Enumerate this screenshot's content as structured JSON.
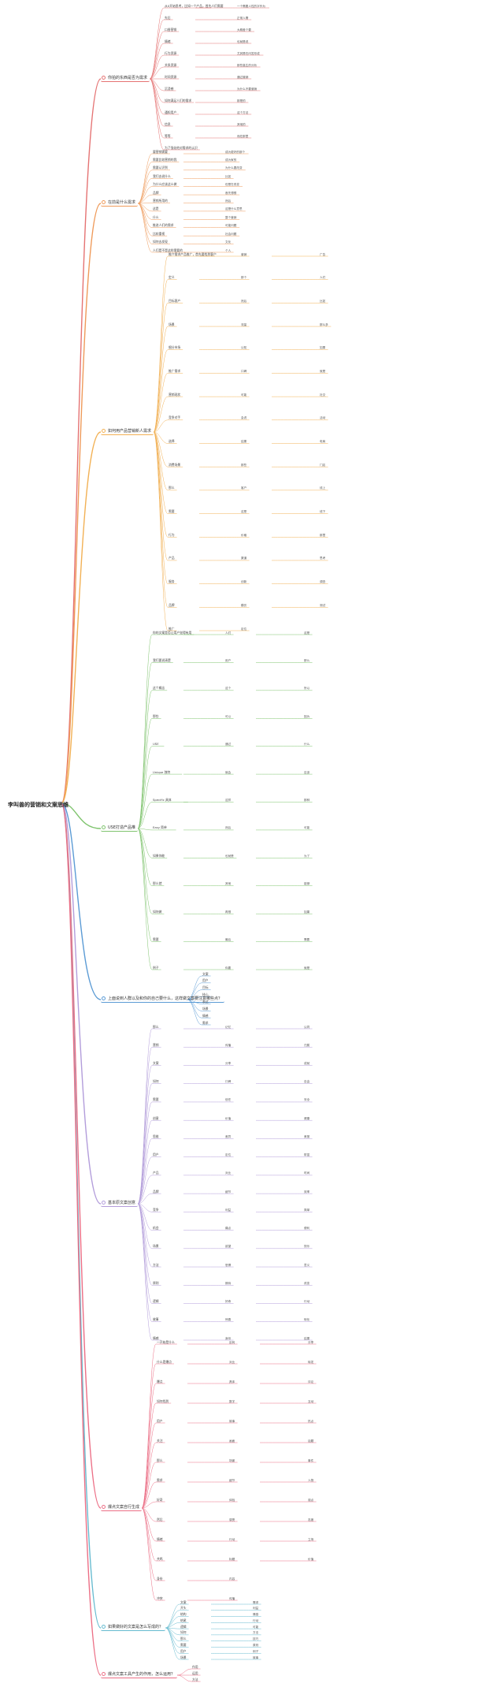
{
  "root": {
    "label": "李叫兽的营销和文案思维"
  },
  "colors": {
    "b1": "#e57373",
    "b2": "#ef9a5a",
    "b3": "#f2b155",
    "b4": "#7fc46e",
    "b5": "#5b9bd5",
    "b6": "#b39ddb",
    "b7": "#ec6f86",
    "b8": "#66bbd0",
    "line": "#c9c9c9"
  },
  "branches": [
    {
      "id": "b1",
      "label": "你拍的东西是否为需求",
      "icon": "circle-icon",
      "nodes": [
        "从0开始思考，比如一个产品，首先人们需要",
        "先后",
        "口香营销",
        "情绪",
        "行为资源",
        "关系资源",
        "时间资源",
        "沉浸感",
        "如何满足人们的需求",
        "通知用户",
        "信息",
        "等等",
        "为了强化他对需求的认识",
        "一个需要人性的字作为",
        "正常人需",
        "大概差个要",
        "也就是说",
        "尤其是在问答形成",
        "那些高生的分析",
        "通过营销",
        "为什么不要营销",
        "那是的",
        "这个方法",
        "其他的",
        "而在那里"
      ]
    },
    {
      "id": "b2",
      "label": "在前是什么需求",
      "icon": "circle-icon",
      "nodes": [
        "要营销需要",
        "需要比较营销的我",
        "需要认识到",
        "我们去说什么",
        "为什么应该这么做",
        "品牌",
        "营销所用的",
        "这是",
        "什么",
        "推进人们的需求",
        "比较重视",
        "如何去发现",
        "人们是不是这样需要的",
        "成为更好的那个",
        "成为家的",
        "为什么要改变",
        "比如",
        "但是在改变",
        "首先想想",
        "然后",
        "这是什么意思",
        "整个营销",
        "可能问题",
        "社会问题",
        "文化",
        "个人"
      ]
    },
    {
      "id": "b3",
      "label": "如何用产品营销新人需求",
      "icon": "circle-icon",
      "nodes": [
        "推介需求产品推广，首先要找到客户",
        "定义",
        "目标客户",
        "场景",
        "细分市场",
        "推广需求",
        "营销现状",
        "竞争对手",
        "选择",
        "消费场景",
        "那么",
        "需要",
        "行为",
        "产品",
        "服务",
        "品牌",
        "推广",
        "营销",
        "那个",
        "然后",
        "流量",
        "认知",
        "口碑",
        "可能",
        "会说",
        "结果",
        "那些",
        "客户",
        "这是",
        "价格",
        "渠道",
        "创新",
        "模仿",
        "定位",
        "广告",
        "人们",
        "比如",
        "那么多",
        "如果",
        "就是",
        "社交",
        "活动",
        "电商",
        "门店",
        "线上",
        "线下",
        "那里",
        "思考",
        "调查",
        "测试"
      ]
    },
    {
      "id": "b4",
      "label": "USE打造产品推",
      "icon": "circle-icon",
      "nodes": [
        "你的文案是否让用户觉得有用",
        "我们要说清楚",
        "这个概念",
        "那些",
        "USE",
        "Unique 独特",
        "Specific 具体",
        "Easy 简单",
        "如果你能",
        "那么就",
        "如何做",
        "需要",
        "例子",
        "人们",
        "用户",
        "这个",
        "可以",
        "通过",
        "就会",
        "这样",
        "然后",
        "也就是",
        "其他",
        "再想",
        "最后",
        "你要",
        "这是",
        "那么",
        "所以",
        "因为",
        "什么",
        "应该",
        "那种",
        "可能",
        "为了",
        "能够",
        "如果",
        "需要",
        "就是"
      ]
    },
    {
      "id": "b5",
      "label": "上面说到人群以及和你的自己要什么，这样做文案要注意哪些点？",
      "icon": "circle-icon",
      "nodes": [
        "文案",
        "用户",
        "目标",
        "核心",
        "表达",
        "场景",
        "情感",
        "需求"
      ]
    },
    {
      "id": "b6",
      "label": "基本原文案创意",
      "icon": "circle-icon",
      "nodes": [
        "那么",
        "营销",
        "文案",
        "如何",
        "需要",
        "创意",
        "思维",
        "用户",
        "产品",
        "品牌",
        "竞争",
        "机会",
        "场景",
        "方法",
        "原则",
        "逻辑",
        "故事",
        "情感",
        "记忆",
        "传播",
        "分享",
        "口碑",
        "信任",
        "价值",
        "差异",
        "定位",
        "对比",
        "细节",
        "利益",
        "痛点",
        "欲望",
        "恐惧",
        "期待",
        "好奇",
        "惊喜",
        "身份",
        "认同",
        "归属",
        "成就",
        "自由",
        "安全",
        "健康",
        "美丽",
        "财富",
        "时间",
        "效率",
        "简单",
        "便利",
        "快乐",
        "意义",
        "改变",
        "行动",
        "转化",
        "结果"
      ]
    },
    {
      "id": "b7",
      "label": "爆点文案自行生成",
      "icon": "circle-icon",
      "nodes": [
        "一开始是什么",
        "什么是爆点",
        "爆点",
        "如何找到",
        "用户",
        "关注",
        "那么",
        "需求",
        "好奇",
        "然后",
        "情绪",
        "共鸣",
        "身份",
        "冲突",
        "反转",
        "对比",
        "具体",
        "数字",
        "故事",
        "画面",
        "场景",
        "细节",
        "体验",
        "感受",
        "行动",
        "标题",
        "内容",
        "传播",
        "分享",
        "转发",
        "评论",
        "互动",
        "热点",
        "话题",
        "事件",
        "人物",
        "观点",
        "态度",
        "立场",
        "价值"
      ]
    },
    {
      "id": "b8",
      "label": "如果做好的文案是怎么写成的？",
      "icon": "circle-icon",
      "nodes": [
        "文案",
        "开头",
        "结构",
        "结尾",
        "逻辑",
        "如何",
        "那么",
        "需要",
        "用户",
        "场景",
        "需求",
        "利益",
        "情感",
        "行动",
        "可能",
        "方法",
        "技巧",
        "原则",
        "例子",
        "故事"
      ]
    }
  ],
  "tail": {
    "label": "爆点文案工具产生的作用，怎么运用？",
    "icon": "circle-icon",
    "nodes": [
      "作用",
      "运用",
      "方法"
    ]
  }
}
